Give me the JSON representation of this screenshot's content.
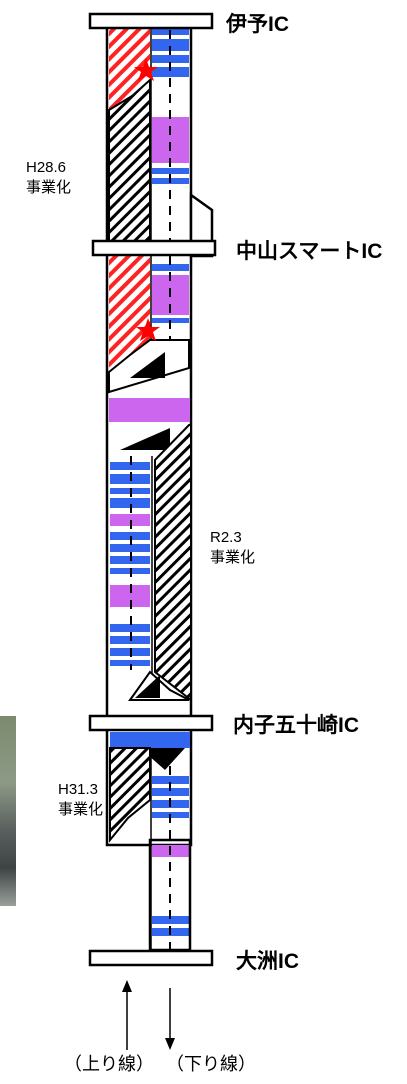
{
  "interchanges": [
    {
      "name": "伊予IC"
    },
    {
      "name": "中山スマートIC"
    },
    {
      "name": "内子五十崎IC"
    },
    {
      "name": "大洲IC"
    }
  ],
  "projects": [
    {
      "date": "H28.6",
      "status": "事業化"
    },
    {
      "date": "R2.3",
      "status": "事業化"
    },
    {
      "date": "H31.3",
      "status": "事業化"
    }
  ],
  "directions": {
    "up_line": "（上り線）",
    "down_line": "（下り線）"
  },
  "colors": {
    "road_outline": "#000000",
    "blue_segment": "#3366ee",
    "purple_segment": "#cc66ee",
    "red_hatch": "#ff2222",
    "black_hatch": "#000000",
    "star": "#ff0000"
  }
}
